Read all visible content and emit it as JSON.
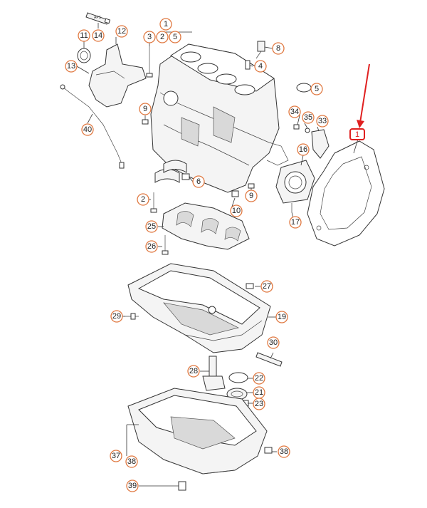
{
  "callouts": [
    {
      "id": "c1",
      "label": "1"
    },
    {
      "id": "c2a",
      "label": "2"
    },
    {
      "id": "c3a",
      "label": "3"
    },
    {
      "id": "c5a",
      "label": "5"
    },
    {
      "id": "c4",
      "label": "4"
    },
    {
      "id": "c8",
      "label": "8"
    },
    {
      "id": "c5b",
      "label": "5"
    },
    {
      "id": "c11",
      "label": "11"
    },
    {
      "id": "c14",
      "label": "14"
    },
    {
      "id": "c12",
      "label": "12"
    },
    {
      "id": "c13",
      "label": "13"
    },
    {
      "id": "c40",
      "label": "40"
    },
    {
      "id": "c9a",
      "label": "9"
    },
    {
      "id": "c34",
      "label": "34"
    },
    {
      "id": "c35",
      "label": "35"
    },
    {
      "id": "c33",
      "label": "33"
    },
    {
      "id": "c16",
      "label": "16"
    },
    {
      "id": "c6",
      "label": "6"
    },
    {
      "id": "c2b",
      "label": "2"
    },
    {
      "id": "c9b",
      "label": "9"
    },
    {
      "id": "c10",
      "label": "10"
    },
    {
      "id": "c17",
      "label": "17"
    },
    {
      "id": "c25",
      "label": "25"
    },
    {
      "id": "c26",
      "label": "26"
    },
    {
      "id": "c27",
      "label": "27"
    },
    {
      "id": "c29",
      "label": "29"
    },
    {
      "id": "c19",
      "label": "19"
    },
    {
      "id": "c30",
      "label": "30"
    },
    {
      "id": "c28",
      "label": "28"
    },
    {
      "id": "c22",
      "label": "22"
    },
    {
      "id": "c21",
      "label": "21"
    },
    {
      "id": "c23",
      "label": "23"
    },
    {
      "id": "c37",
      "label": "37"
    },
    {
      "id": "c38a",
      "label": "38"
    },
    {
      "id": "c38b",
      "label": "38"
    },
    {
      "id": "c39",
      "label": "39"
    }
  ],
  "highlight": {
    "label": "1",
    "color": "#e02020"
  },
  "sealant_tube_text": "APS",
  "colors": {
    "callout_stroke": "#e07840",
    "arrow": "#e02020"
  }
}
